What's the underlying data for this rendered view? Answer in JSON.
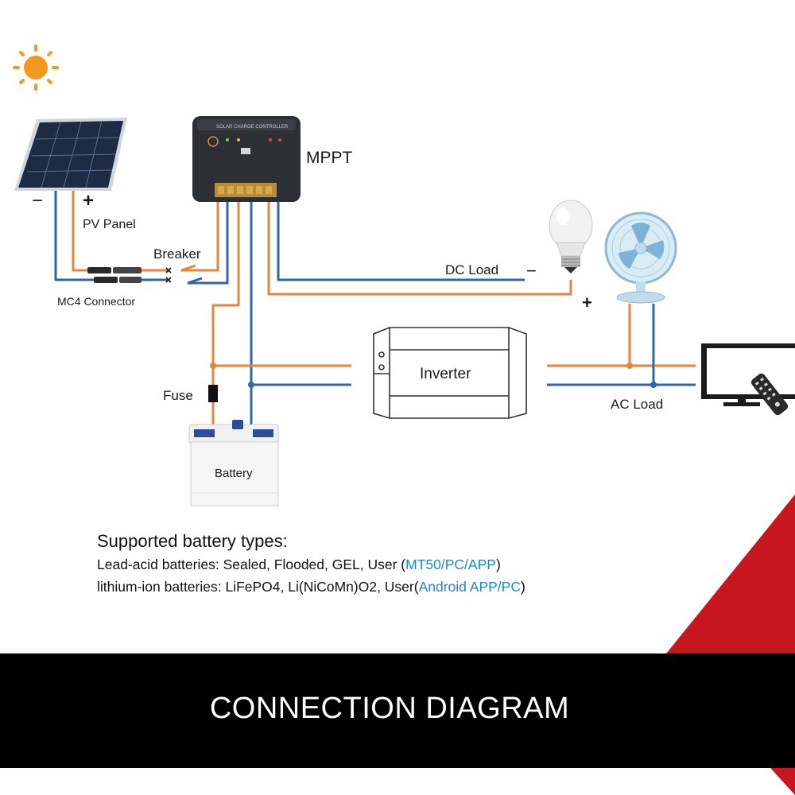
{
  "diagram": {
    "labels": {
      "mppt": "MPPT",
      "controller_title": "SOLAR CHARGE CONTROLLER",
      "pv_panel": "PV Panel",
      "mc4_connector": "MC4 Connector",
      "breaker": "Breaker",
      "fuse": "Fuse",
      "battery": "Battery",
      "inverter": "Inverter",
      "dc_load": "DC Load",
      "ac_load": "AC Load",
      "minus": "−",
      "plus": "+"
    },
    "colors": {
      "positive_wire": "#e8843a",
      "negative_wire": "#2e66a8",
      "sun": "#f39a1e",
      "accent_red": "#c8161e",
      "link_blue": "#1f86c8"
    },
    "icons": [
      "sun-icon",
      "solar-panel-icon",
      "charge-controller-icon",
      "light-bulb-icon",
      "fan-icon",
      "tv-monitor-icon",
      "remote-control-icon",
      "battery-icon",
      "inverter-icon"
    ]
  },
  "notes": {
    "heading": "Supported battery types:",
    "lead_acid_prefix": "Lead-acid batteries: Sealed, Flooded, GEL, User (",
    "lead_acid_link": "MT50/PC/APP",
    "lead_acid_suffix": ")",
    "lithium_prefix": "lithium-ion batteries: LiFePO4, Li(NiCoMn)O2, User(",
    "lithium_link": "Android APP/PC",
    "lithium_suffix": ")"
  },
  "banner": {
    "title": "CONNECTION DIAGRAM"
  }
}
